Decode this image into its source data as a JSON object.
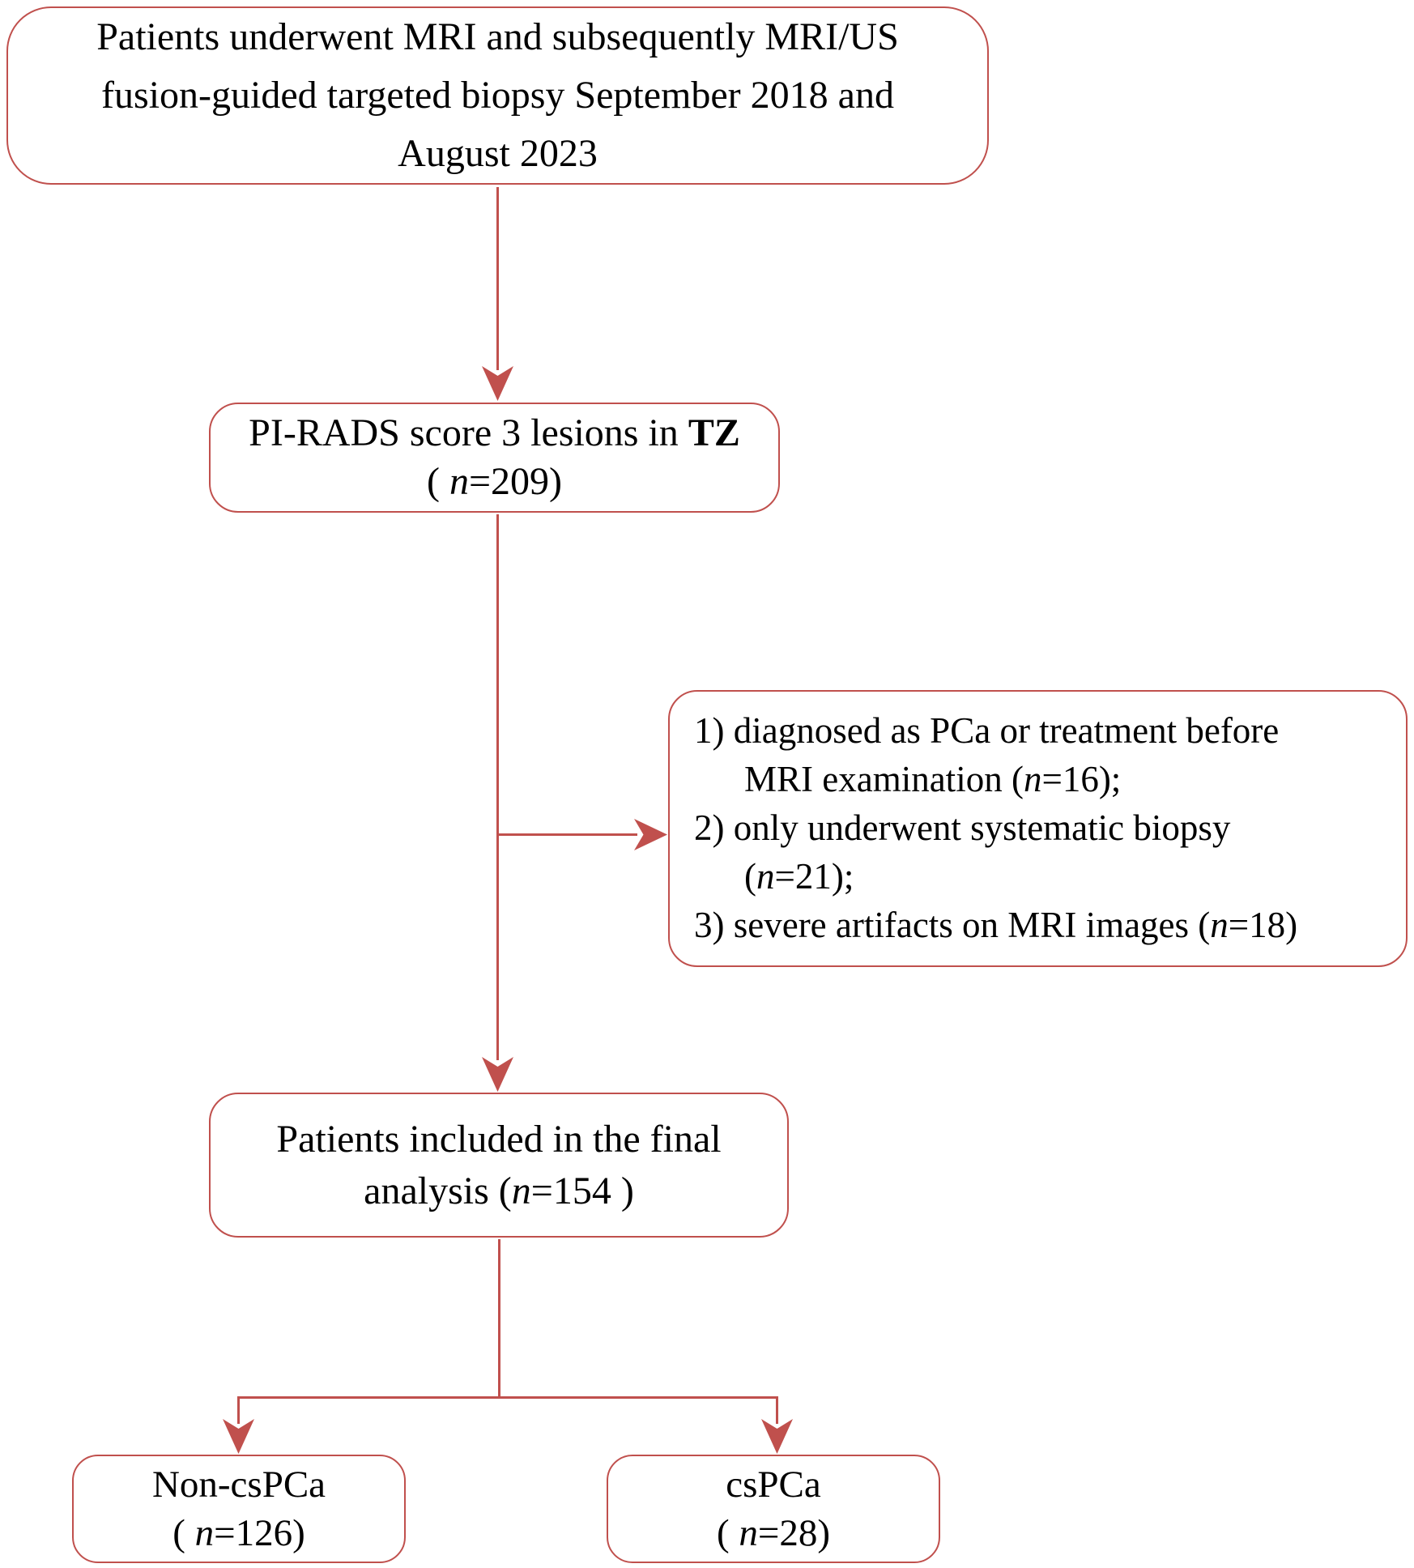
{
  "accent_color": "#C0504D",
  "boxes": {
    "recruitment": {
      "text": "Patients underwent MRI and subsequently  MRI/US\nfusion-guided targeted biopsy September 2018 and\nAugust 2023"
    },
    "pirads": {
      "line1": "PI-RADS score 3 lesions in ",
      "line1_bold": "TZ",
      "count_open": "( ",
      "count_n": "n",
      "count_rest": "=209)"
    },
    "exclusions": {
      "items": [
        {
          "pre": "1) diagnosed as PCa or treatment before\nMRI examination (",
          "n": "n",
          "post": "=16);"
        },
        {
          "pre": "2) only underwent systematic biopsy\n(",
          "n": "n",
          "post": "=21);"
        },
        {
          "pre": "3) severe artifacts on MRI images (",
          "n": "n",
          "post": "=18)"
        }
      ]
    },
    "final": {
      "line1": "Patients included in the final",
      "line2_pre": "analysis (",
      "line2_n": "n",
      "line2_post": "=154 )"
    },
    "non_cspca": {
      "title": "Non-csPCa",
      "count_open": "( ",
      "count_n": "n",
      "count_rest": "=126)"
    },
    "cspca": {
      "title": "csPCa",
      "count_open": "( ",
      "count_n": "n",
      "count_rest": "=28)"
    }
  }
}
